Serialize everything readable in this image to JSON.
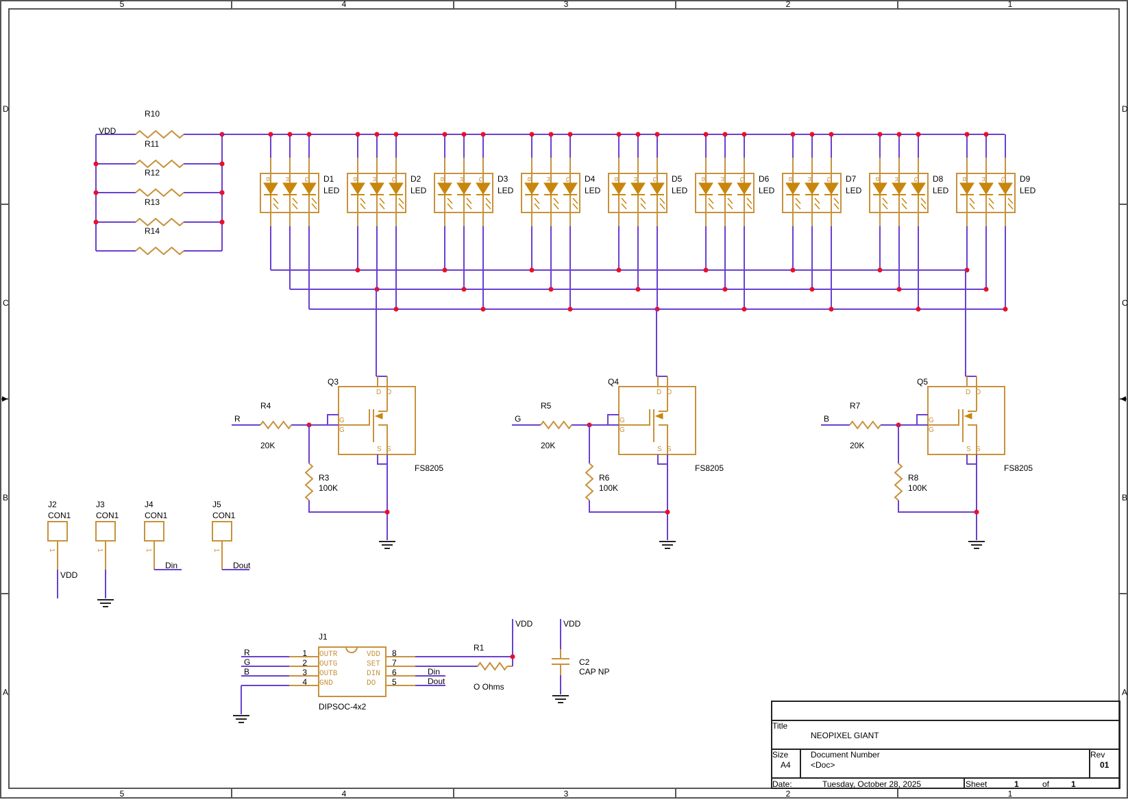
{
  "border": {
    "columns": [
      "5",
      "4",
      "3",
      "2",
      "1"
    ],
    "rows": [
      "D",
      "C",
      "B",
      "A"
    ]
  },
  "power": {
    "vdd_label": "VDD"
  },
  "resistor_bank": [
    {
      "ref": "R10"
    },
    {
      "ref": "R11"
    },
    {
      "ref": "R12"
    },
    {
      "ref": "R13"
    },
    {
      "ref": "R14"
    }
  ],
  "leds": [
    {
      "ref": "D1",
      "value": "LED"
    },
    {
      "ref": "D2",
      "value": "LED"
    },
    {
      "ref": "D3",
      "value": "LED"
    },
    {
      "ref": "D4",
      "value": "LED"
    },
    {
      "ref": "D5",
      "value": "LED"
    },
    {
      "ref": "D6",
      "value": "LED"
    },
    {
      "ref": "D7",
      "value": "LED"
    },
    {
      "ref": "D8",
      "value": "LED"
    },
    {
      "ref": "D9",
      "value": "LED"
    }
  ],
  "led_pins": [
    "B",
    "R",
    "G"
  ],
  "drivers": [
    {
      "net": "R",
      "gate_res": "R4",
      "gate_res_value": "20K",
      "pulldown": "R3",
      "pulldown_value": "100K",
      "fet": "Q3",
      "fet_part": "FS8205"
    },
    {
      "net": "G",
      "gate_res": "R5",
      "gate_res_value": "20K",
      "pulldown": "R6",
      "pulldown_value": "100K",
      "fet": "Q4",
      "fet_part": "FS8205"
    },
    {
      "net": "B",
      "gate_res": "R7",
      "gate_res_value": "20K",
      "pulldown": "R8",
      "pulldown_value": "100K",
      "fet": "Q5",
      "fet_part": "FS8205"
    }
  ],
  "fet_pins": {
    "drain": "D",
    "gate": "G",
    "source": "S"
  },
  "connectors": [
    {
      "ref": "J2",
      "value": "CON1",
      "pin": "1",
      "net": "VDD"
    },
    {
      "ref": "J3",
      "value": "CON1",
      "pin": "1",
      "net": "GND"
    },
    {
      "ref": "J4",
      "value": "CON1",
      "pin": "1",
      "net": "Din"
    },
    {
      "ref": "J5",
      "value": "CON1",
      "pin": "1",
      "net": "Dout"
    }
  ],
  "ic": {
    "ref": "J1",
    "package": "DIPSOC-4x2",
    "left_pins": [
      {
        "num": "1",
        "name": "OUTR",
        "net": "R"
      },
      {
        "num": "2",
        "name": "OUTG",
        "net": "G"
      },
      {
        "num": "3",
        "name": "OUTB",
        "net": "B"
      },
      {
        "num": "4",
        "name": "GND",
        "net": ""
      }
    ],
    "right_pins": [
      {
        "num": "8",
        "name": "VDD",
        "net": ""
      },
      {
        "num": "7",
        "name": "SET",
        "net": ""
      },
      {
        "num": "6",
        "name": "DIN",
        "net": "Din"
      },
      {
        "num": "5",
        "name": "DO",
        "net": "Dout"
      }
    ]
  },
  "r1": {
    "ref": "R1",
    "value": "O Ohms"
  },
  "c2": {
    "ref": "C2",
    "value": "CAP NP"
  },
  "title_block": {
    "title_label": "Title",
    "title": "NEOPIXEL GIANT",
    "size_label": "Size",
    "size": "A4",
    "doc_label": "Document Number",
    "doc": "<Doc>",
    "rev_label": "Rev",
    "rev": "01",
    "date_label": "Date:",
    "date": "Tuesday, October 28, 2025",
    "sheet_label": "Sheet",
    "sheet": "1",
    "of_label": "of",
    "of": "1"
  }
}
